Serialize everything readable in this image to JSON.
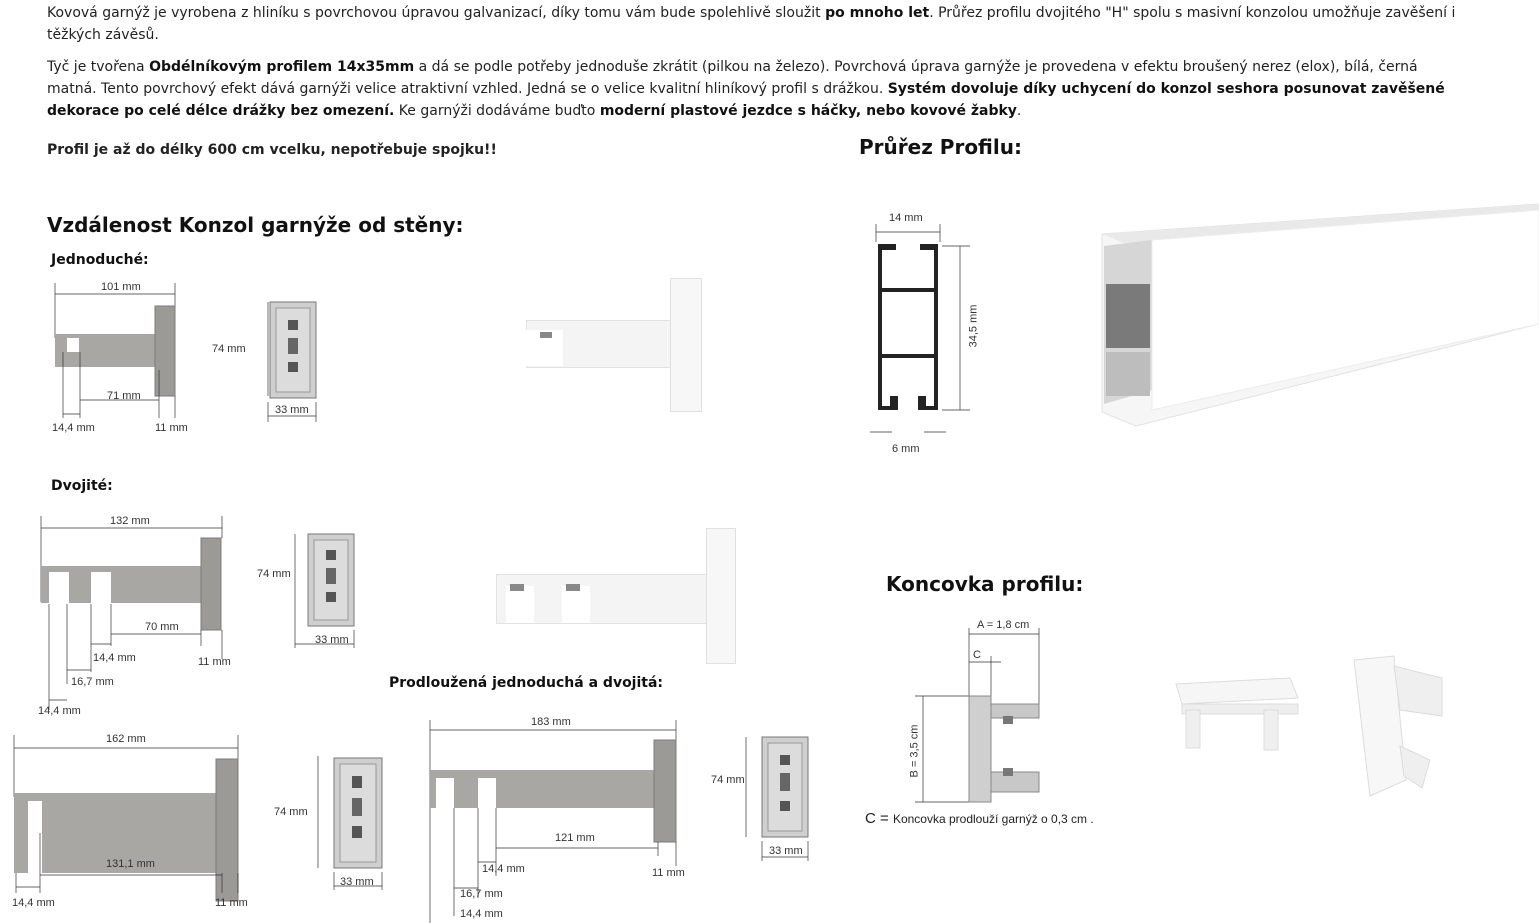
{
  "intro": {
    "p1_a": "Kovová garnýž je vyrobena z hliníku s povrchovou úpravou galvanizací, díky tomu vám bude spolehlivě sloužit ",
    "p1_b": "po mnoho let",
    "p1_c": ". Průřez profilu dvojitého \"H\" spolu s masivní konzolou umožňuje zavěšení i těžkých závěsů.",
    "p2_a": " Tyč je tvořena ",
    "p2_b": "Obdélníkovým profilem 14x35mm",
    "p2_c": " a dá se podle potřeby jednoduše zkrátit (pilkou na železo). Povrchová úprava garnýže je provedena v efektu broušený nerez (elox), bílá, černá matná. Tento povrchový efekt dává garnýži velice atraktivní vzhled. Jedná se o velice kvalitní hliníkový profil s drážkou. ",
    "p2_d": "Systém dovoluje díky uchycení do konzol seshora posunovat zavěšené dekorace po celé délce drážky bez omezení.",
    "p2_e": " Ke garnýži dodáváme buďto ",
    "p2_f": "moderní plastové jezdce s háčky, nebo kovové žabky",
    "p2_g": ".",
    "p3": "Profil je až do délky 600 cm vcelku, nepotřebuje spojku!!"
  },
  "sections": {
    "distance_title": "Vzdálenost Konzol garnýže od stěny:",
    "single": "Jednoduché:",
    "double": "Dvojité:",
    "extended": "Prodloužená jednoduchá a dvojitá:",
    "profile_title": "Průřez Profilu:",
    "endcap_title": "Koncovka profilu:",
    "endcap_note_c": "C = ",
    "endcap_note": "Koncovka prodlouží garnýž o 0,3 cm ."
  },
  "dims": {
    "single": {
      "length": "101 mm",
      "inner": "71 mm",
      "offset": "14,4 mm",
      "wall": "11 mm",
      "plate_h": "74 mm",
      "plate_w": "33 mm"
    },
    "double": {
      "length": "132 mm",
      "inner": "70 mm",
      "g1": "14,4 mm",
      "g2": "16,7 mm",
      "g3": "14,4 mm",
      "wall": "11 mm",
      "plate_h": "74 mm",
      "plate_w": "33 mm"
    },
    "ext_single": {
      "length": "162 mm",
      "inner": "131,1 mm",
      "offset": "14,4 mm",
      "wall": "11 mm",
      "plate_h": "74 mm",
      "plate_w": "33 mm"
    },
    "ext_double": {
      "length": "183 mm",
      "inner": "121 mm",
      "g1": "14,4 mm",
      "g2": "16,7 mm",
      "g3": "14,4 mm",
      "wall": "11 mm",
      "plate_h": "74 mm",
      "plate_w": "33 mm"
    },
    "profile": {
      "width": "14 mm",
      "height": "34,5 mm",
      "slot": "6 mm"
    },
    "endcap": {
      "a": "A = 1,8 cm",
      "c": "C",
      "b": "B = 3,5 cm"
    }
  },
  "colors": {
    "steel": "#a9a7a3",
    "steel_dark": "#7d7b78",
    "white_part": "#f4f4f4"
  }
}
